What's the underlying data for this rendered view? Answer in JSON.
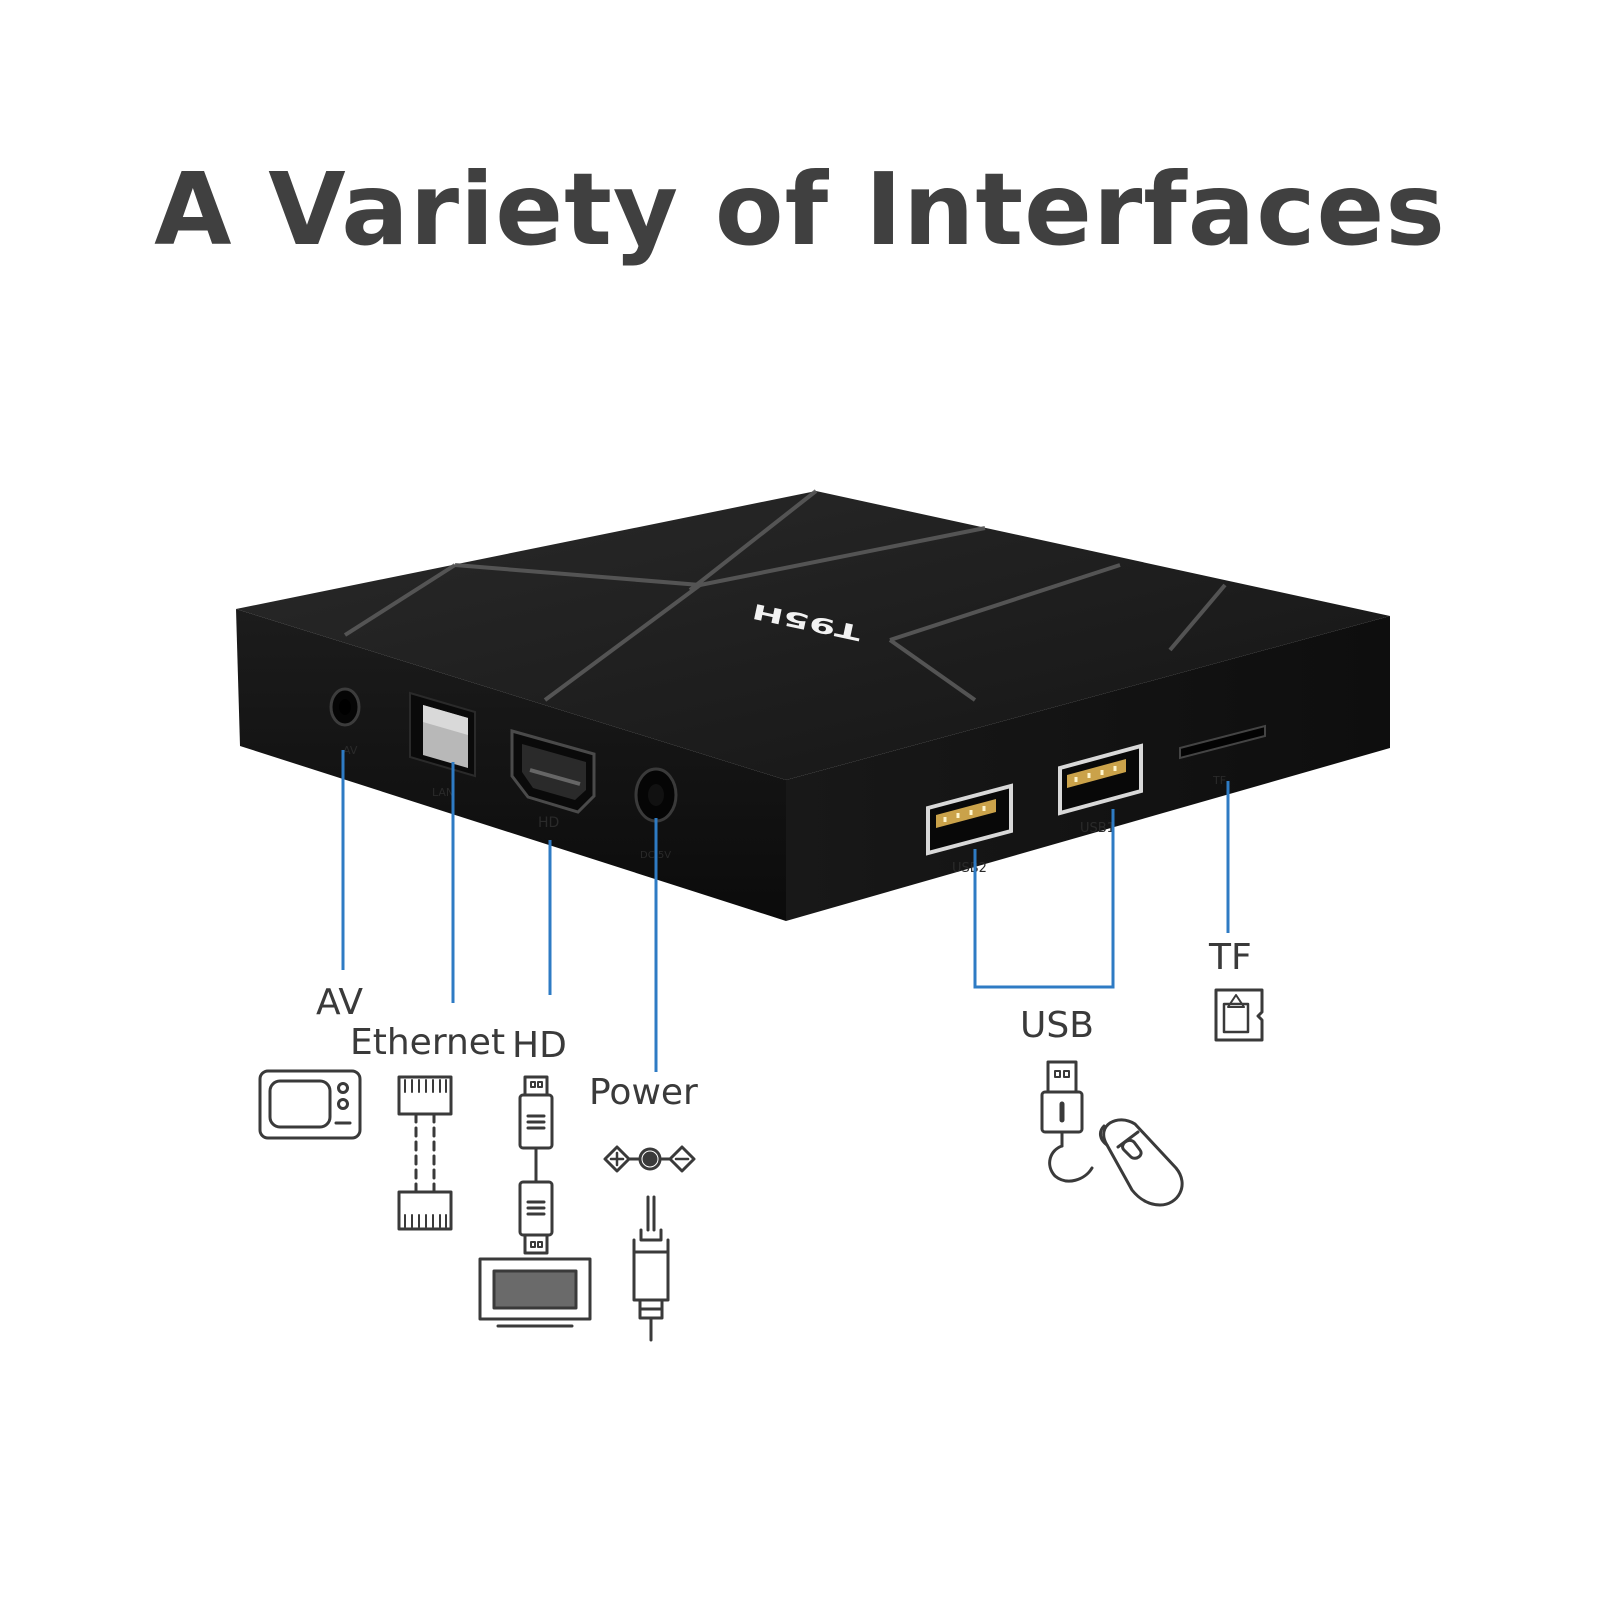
{
  "title": "A Variety of Interfaces",
  "device": {
    "brand_text": "T95H",
    "port_labels": {
      "av": "AV",
      "lan": "LAN",
      "hd": "HD",
      "dc": "DC 5V",
      "usb2": "USB2",
      "usb1": "USB1",
      "tf": "TF"
    }
  },
  "labels": {
    "av": "AV",
    "ethernet": "Ethernet",
    "hd": "HD",
    "power": "Power",
    "usb": "USB",
    "tf": "TF"
  },
  "colors": {
    "title": "#404040",
    "leader_line": "#2e7bc4",
    "device": "#141414"
  },
  "icons": [
    "tv-icon",
    "ethernet-cable-icon",
    "hdmi-cable-icon",
    "dc-polarity-icon",
    "power-plug-icon",
    "usb-plug-icon",
    "mouse-icon",
    "sd-card-icon"
  ]
}
